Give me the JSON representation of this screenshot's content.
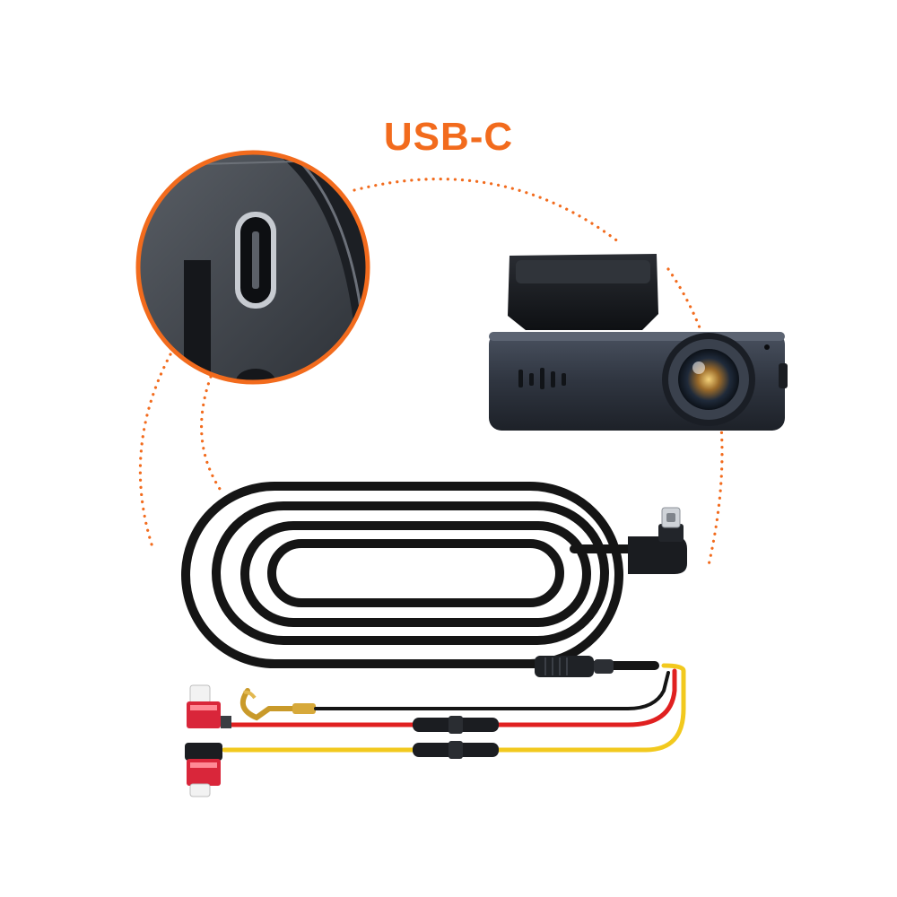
{
  "heading": {
    "text": "USB-C",
    "color": "#f26b1d"
  },
  "colors": {
    "accent": "#f26b1d",
    "cable_black": "#151515",
    "wire_red": "#e02020",
    "wire_yellow": "#f2c91e",
    "camera_body": "#2e3440"
  },
  "icons": {
    "port_zoom": "usb-c-port-closeup",
    "camera": "dash-camera",
    "cable": "coiled-hardwire-cable",
    "connector": "usb-c-right-angle-plug",
    "fork_terminal": "ground-fork-terminal",
    "fuse_taps": "add-a-circuit-fuse-taps",
    "inline_fuses": "inline-fuse-holders"
  }
}
